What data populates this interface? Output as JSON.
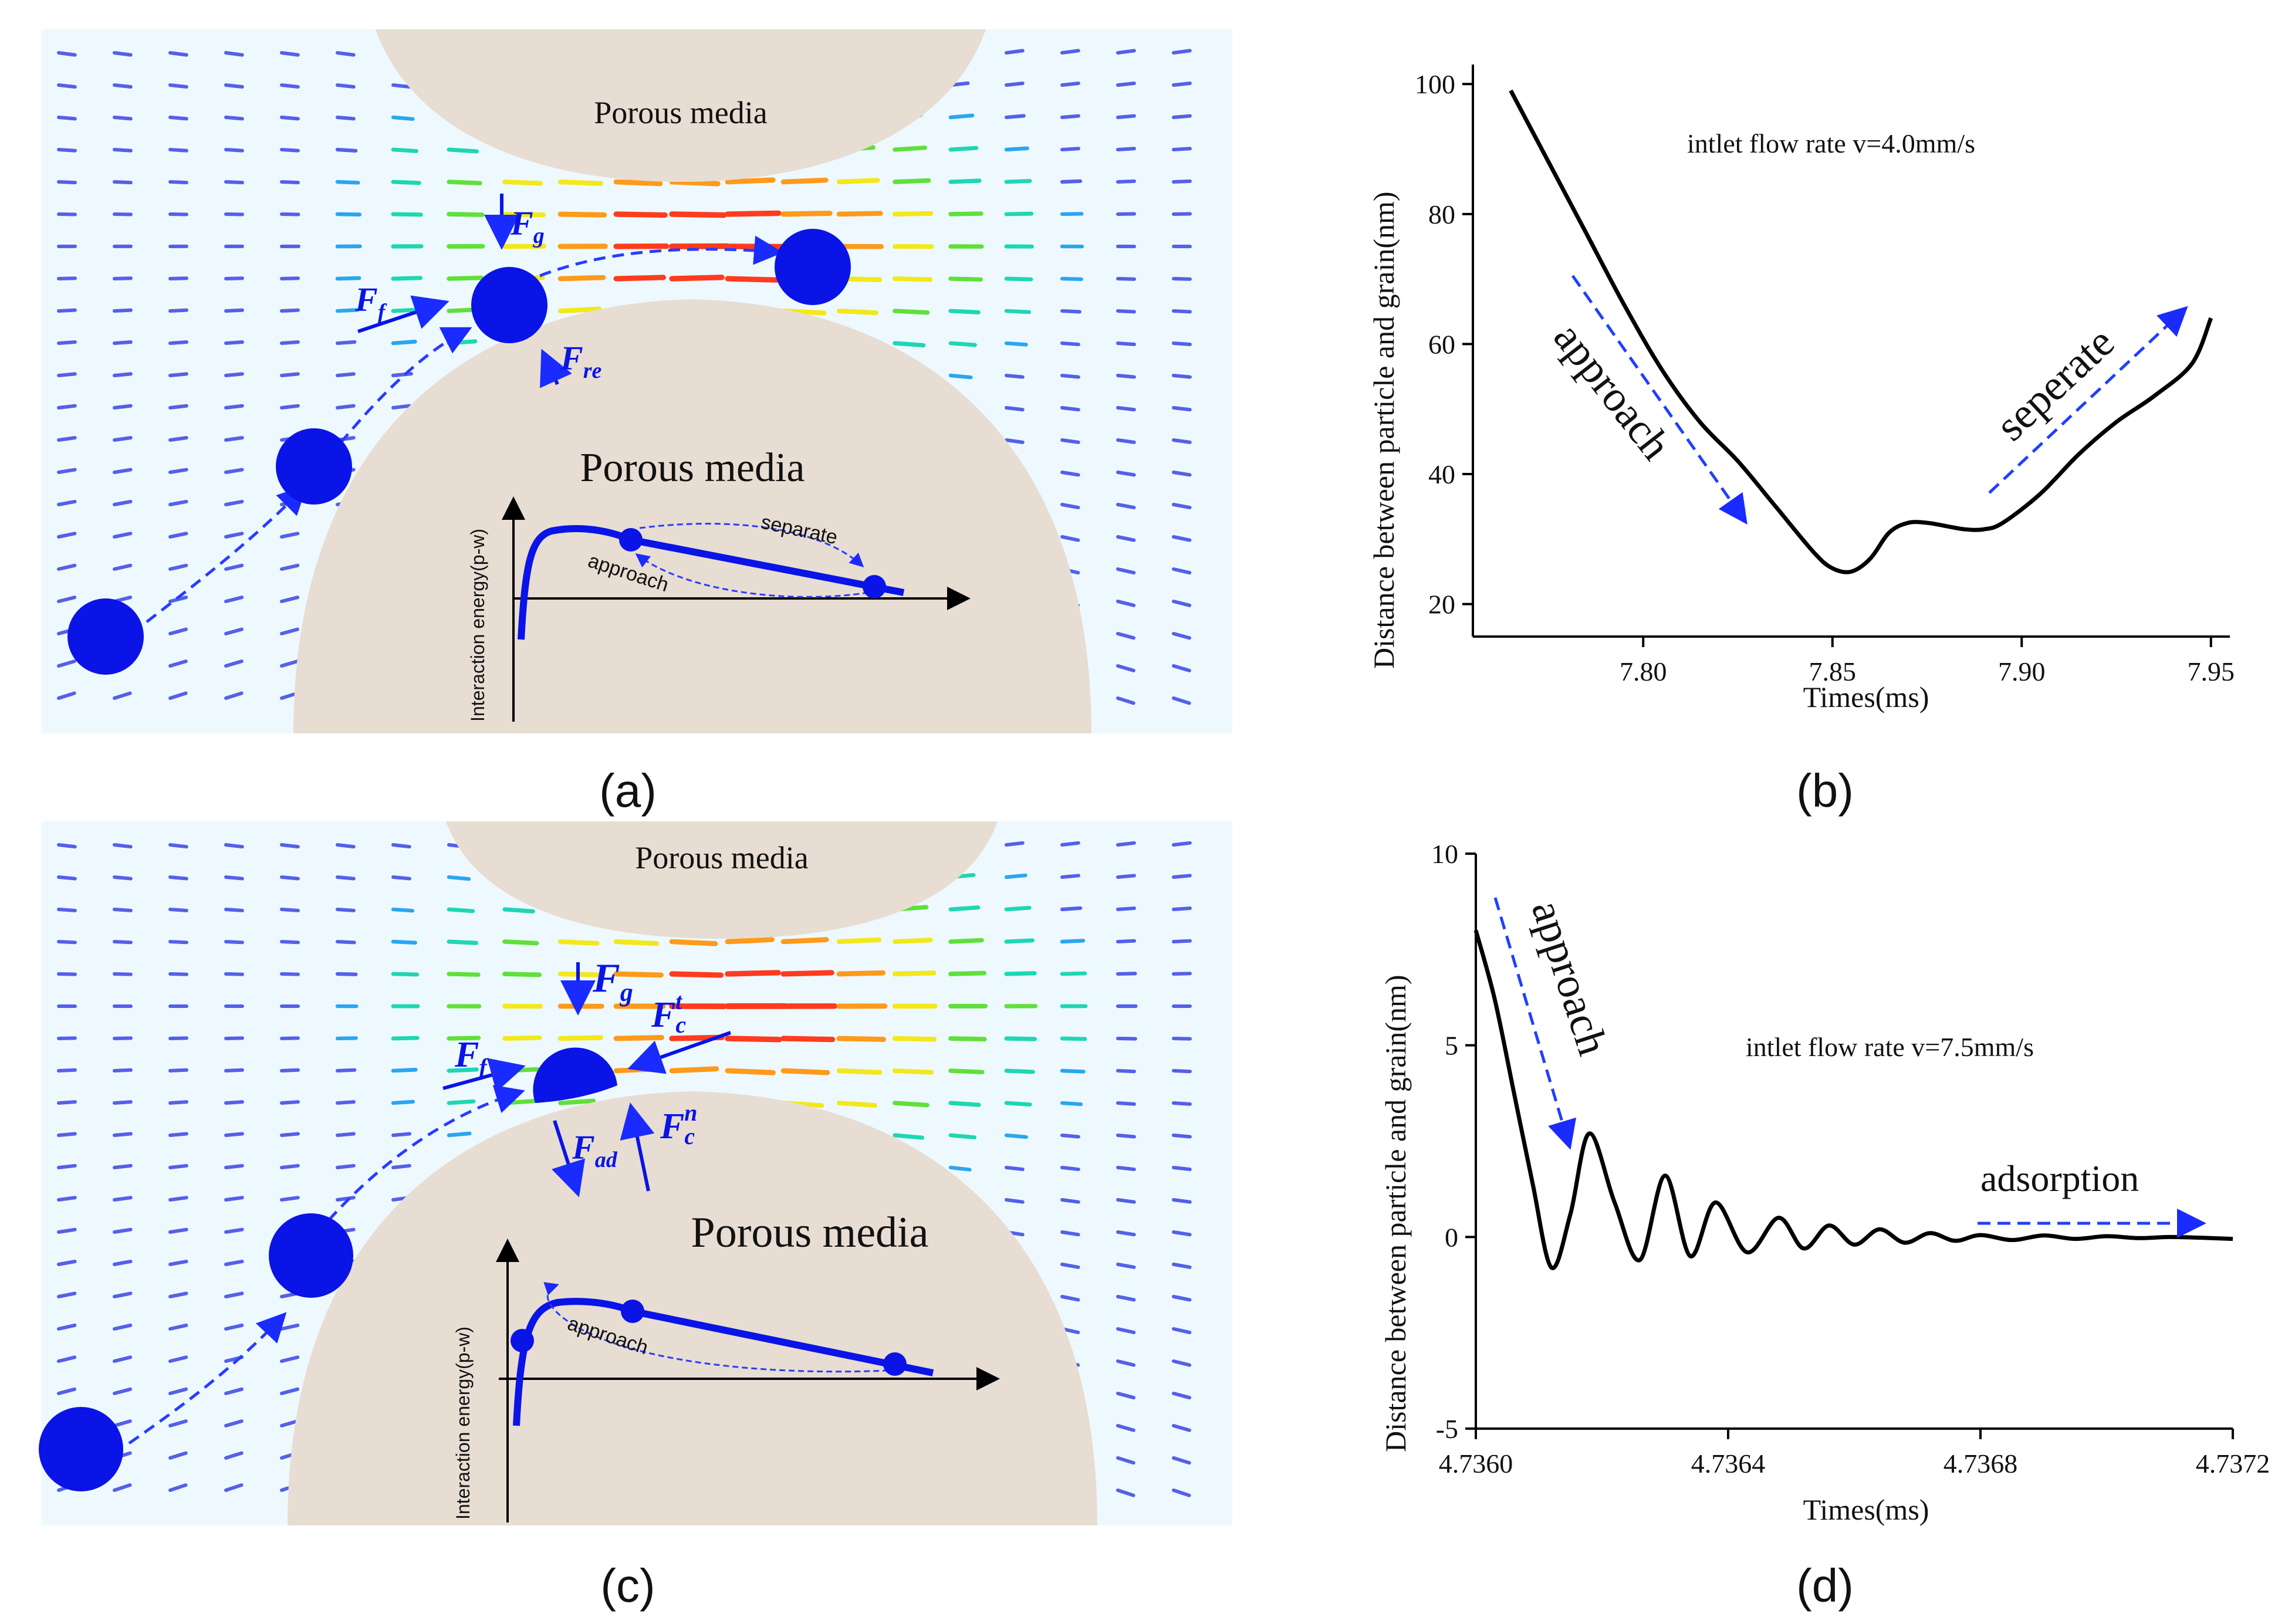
{
  "panel_labels": [
    "(a)",
    "(b)",
    "(c)",
    "(d)"
  ],
  "diagram_a": {
    "top_grain_label": "Porous media",
    "bottom_grain_label": "Porous media",
    "forces": {
      "ff": "F",
      "ff_sub": "f",
      "fg": "F",
      "fg_sub": "g",
      "fre": "F",
      "fre_sub": "re"
    },
    "inset": {
      "ylabel": "Interaction energy(p-w)",
      "separate_label": "separate",
      "approach_label": "approach"
    }
  },
  "diagram_c": {
    "top_grain_label": "Porous media",
    "bottom_grain_label": "Porous media",
    "forces": {
      "ff": "F",
      "ff_sub": "f",
      "fg": "F",
      "fg_sub": "g",
      "fct": "F",
      "fct_sub": "c",
      "fct_sup": "t",
      "fcn": "F",
      "fcn_sub": "c",
      "fcn_sup": "n",
      "fad": "F",
      "fad_sub": "ad"
    },
    "inset": {
      "ylabel": "Interaction energy(p-w)",
      "approach_label": "approach"
    }
  },
  "chart_data": [
    {
      "panel": "(b)",
      "type": "line",
      "xlabel": "Times(ms)",
      "ylabel": "Distance between particle and grain(nm)",
      "annotation": "intlet flow rate v=4.0mm/s",
      "arrow_labels": [
        "approach",
        "seperate"
      ],
      "xlim": [
        7.755,
        7.955
      ],
      "ylim": [
        15,
        103
      ],
      "xticks": [
        7.8,
        7.85,
        7.9,
        7.95
      ],
      "xtick_labels": [
        "7.80",
        "7.85",
        "7.90",
        "7.95"
      ],
      "yticks": [
        20,
        40,
        60,
        80,
        100
      ],
      "ytick_labels": [
        "20",
        "40",
        "60",
        "80",
        "100"
      ],
      "x": [
        7.765,
        7.775,
        7.785,
        7.795,
        7.805,
        7.815,
        7.825,
        7.835,
        7.845,
        7.85,
        7.855,
        7.86,
        7.865,
        7.87,
        7.875,
        7.88,
        7.885,
        7.89,
        7.895,
        7.905,
        7.915,
        7.925,
        7.935,
        7.945,
        7.95
      ],
      "y": [
        99,
        88,
        77,
        66,
        56,
        48,
        42,
        35,
        28,
        25.5,
        25,
        27,
        31,
        32.5,
        32.5,
        32,
        31.5,
        31.5,
        32.5,
        37,
        43,
        48,
        52,
        57,
        64
      ]
    },
    {
      "panel": "(d)",
      "type": "line",
      "xlabel": "Times(ms)",
      "ylabel": "Distance between particle and grain(nm)",
      "annotation": "intlet flow rate v=7.5mm/s",
      "arrow_labels": [
        "approach",
        "adsorption"
      ],
      "xlim": [
        4.736,
        4.7372
      ],
      "ylim": [
        -5,
        10
      ],
      "xticks": [
        4.736,
        4.7364,
        4.7368,
        4.7372
      ],
      "xtick_labels": [
        "4.7360",
        "4.7364",
        "4.7368",
        "4.7372"
      ],
      "yticks": [
        -5,
        0,
        5,
        10
      ],
      "ytick_labels": [
        "-5",
        "0",
        "5",
        "10"
      ],
      "x": [
        4.736,
        4.73603,
        4.73606,
        4.73609,
        4.73612,
        4.73615,
        4.73618,
        4.73622,
        4.73626,
        4.7363,
        4.73634,
        4.73638,
        4.73643,
        4.73648,
        4.73652,
        4.73656,
        4.7366,
        4.73664,
        4.73668,
        4.73672,
        4.73676,
        4.7368,
        4.73685,
        4.7369,
        4.73695,
        4.737,
        4.73705,
        4.7371,
        4.73715,
        4.7372
      ],
      "y": [
        8,
        6.2,
        3.8,
        1.4,
        -0.8,
        0.6,
        2.7,
        0.9,
        -0.6,
        1.6,
        -0.5,
        0.9,
        -0.4,
        0.5,
        -0.3,
        0.3,
        -0.2,
        0.2,
        -0.15,
        0.1,
        -0.1,
        0.05,
        -0.08,
        0.04,
        -0.05,
        0.02,
        -0.03,
        0.0,
        -0.02,
        -0.05
      ]
    }
  ],
  "colors": {
    "particle": "#0a14e6",
    "grain": "#e8ddd2",
    "curve": "#000000",
    "dashed_arrow": "#1f3fff",
    "background_flow": "#eef9ff"
  }
}
